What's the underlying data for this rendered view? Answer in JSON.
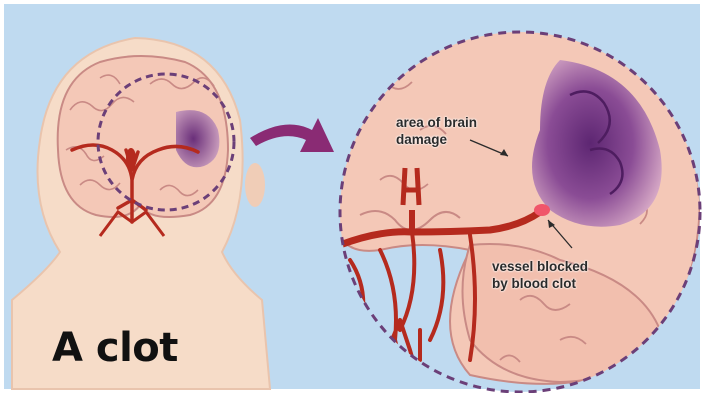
{
  "diagram": {
    "caption": "A clot",
    "annotations": {
      "damage_line1": "area of brain",
      "damage_line2": "damage",
      "vessel_line1": "vessel blocked",
      "vessel_line2": "by blood clot"
    },
    "colors": {
      "background": "#bfdaf0",
      "skin": "#f6dcc8",
      "brain": "#f4c8b7",
      "brain_outline": "#c98a85",
      "artery": "#b52a1e",
      "damage": "#7c3d86",
      "clot": "#f0566a",
      "dashed_circle": "#6b3f78",
      "arrow": "#8a2b74"
    }
  }
}
